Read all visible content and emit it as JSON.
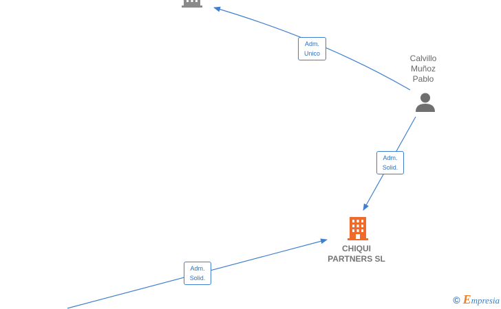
{
  "nodes": {
    "person": {
      "label": "Calvillo\nMuñoz\nPablo",
      "color": "#6f6f6f"
    },
    "company_main": {
      "label": "CHIQUI\nPARTNERS  SL",
      "color": "#f06a2c"
    },
    "company_top": {
      "color": "#8a8a8a"
    }
  },
  "edges": [
    {
      "label": "Adm.\nUnico"
    },
    {
      "label": "Adm.\nSolid."
    },
    {
      "label": "Adm.\nSolid."
    }
  ],
  "edge_color": "#3f7fcf",
  "footer": {
    "copyright": "©",
    "brand_first": "E",
    "brand_rest": "mpresia"
  }
}
